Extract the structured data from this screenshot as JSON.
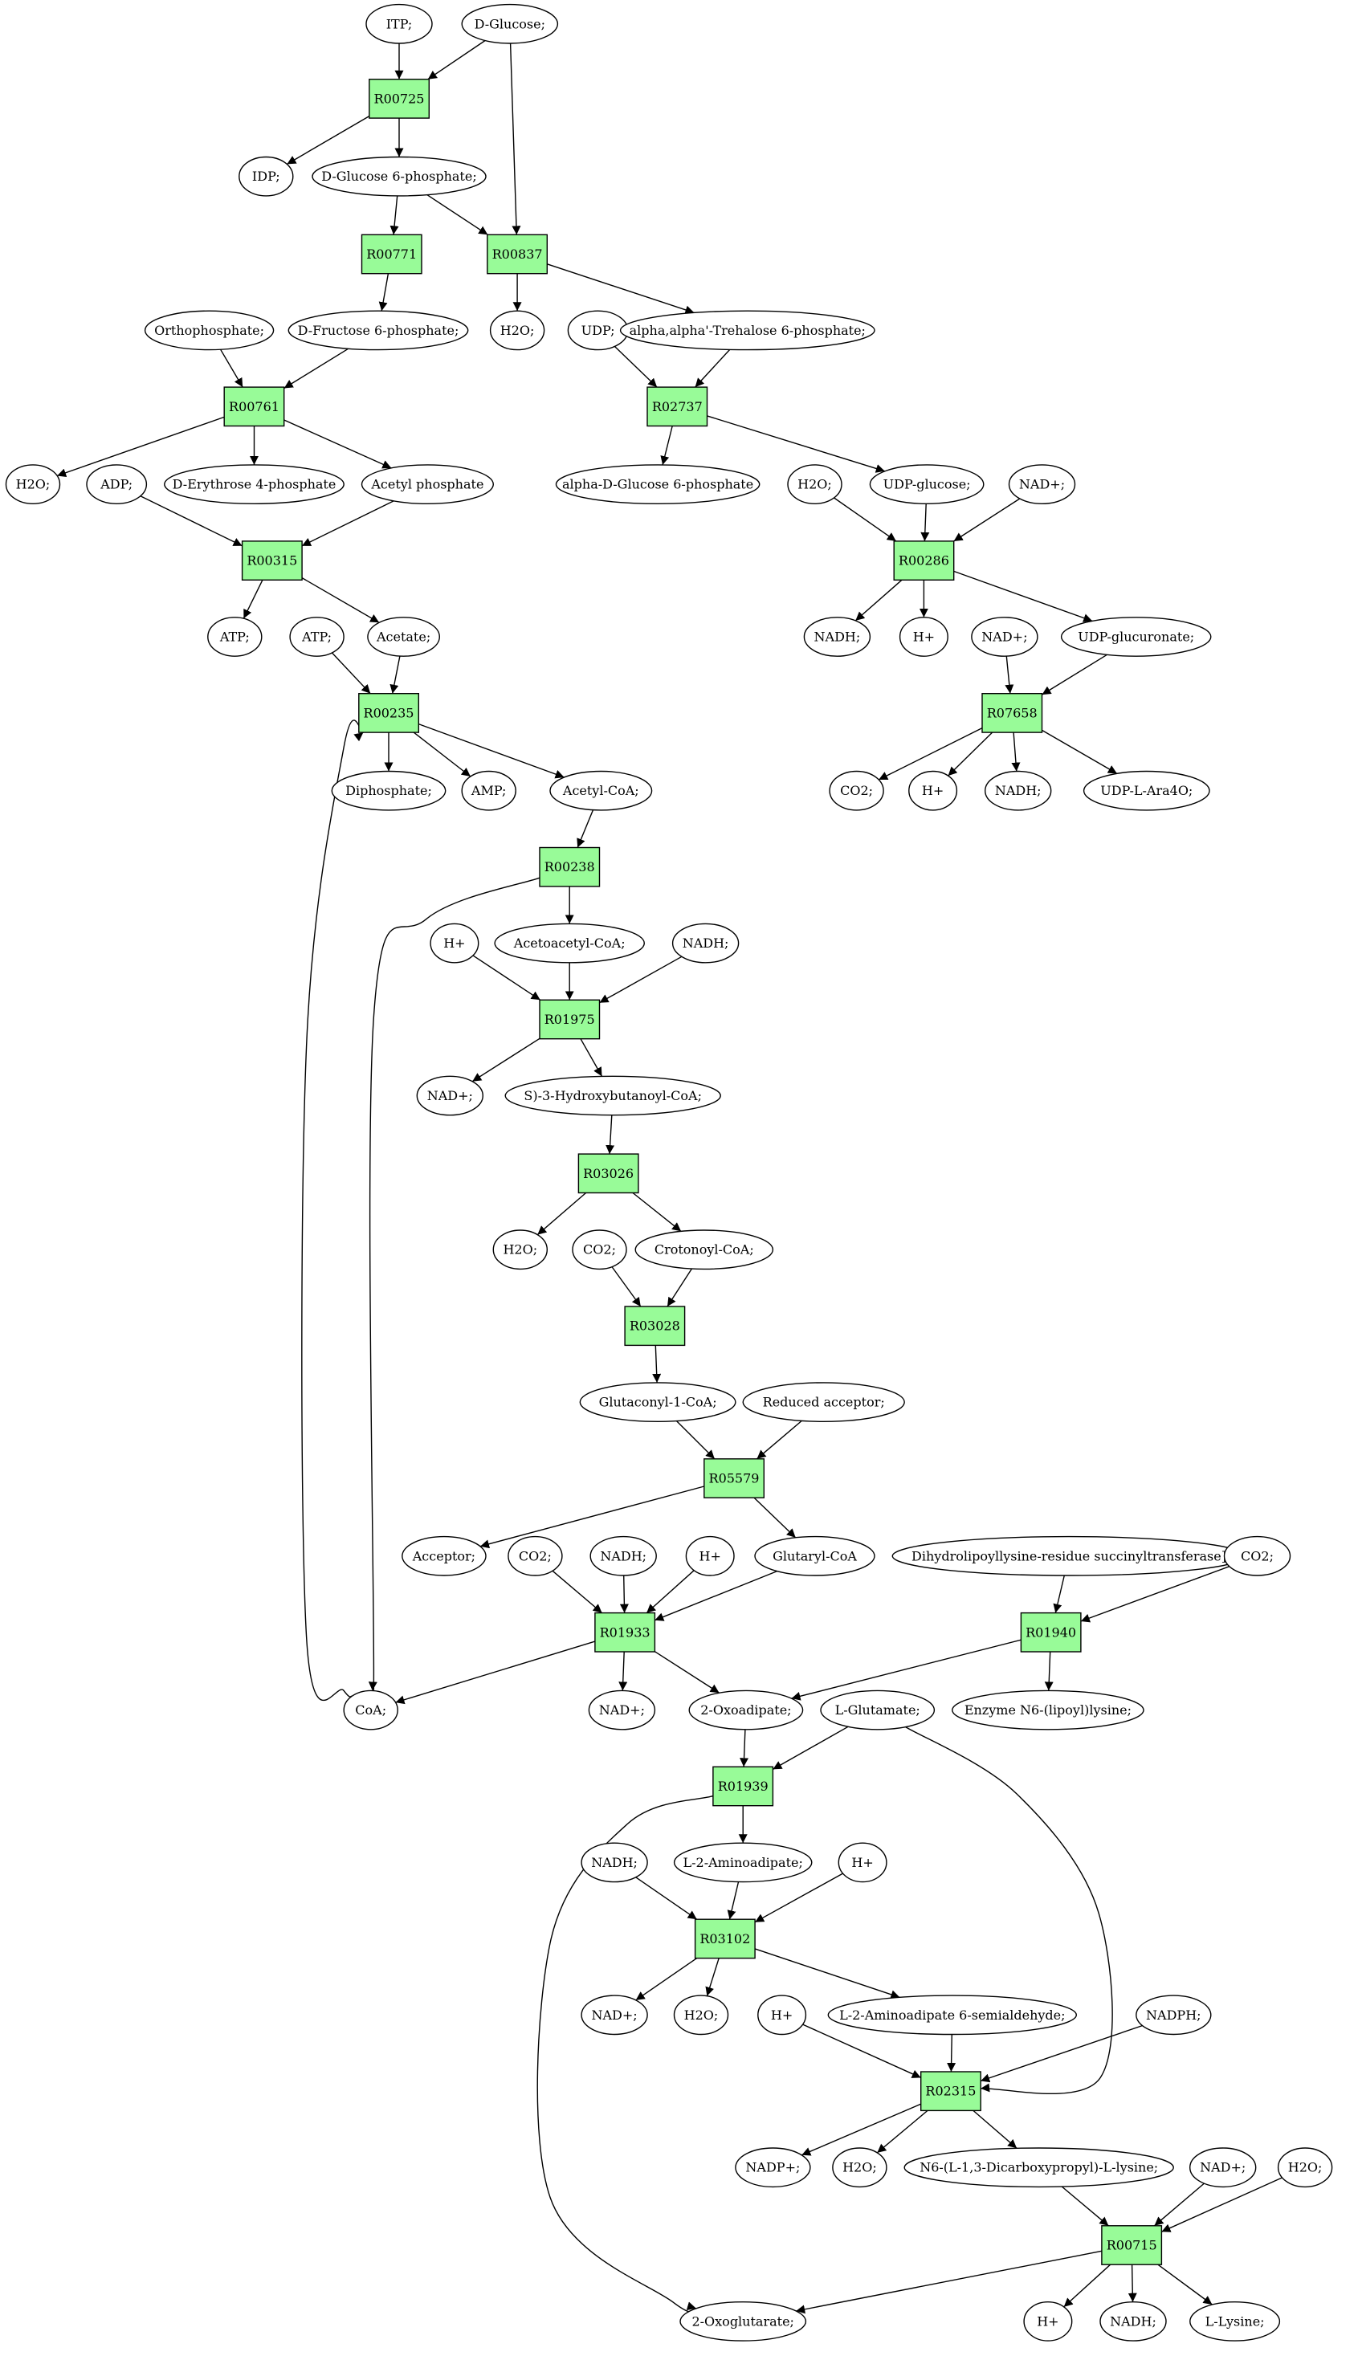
{
  "nodes": [
    {
      "id": "ITP",
      "label": "ITP;",
      "kind": "met",
      "color": "#ffffff"
    },
    {
      "id": "DGlc",
      "label": "D-Glucose;",
      "kind": "met",
      "color": "#00ee00"
    },
    {
      "id": "R00725",
      "label": "R00725",
      "kind": "rxn"
    },
    {
      "id": "IDP",
      "label": "IDP;",
      "kind": "met"
    },
    {
      "id": "G6P",
      "label": "D-Glucose 6-phosphate;",
      "kind": "met"
    },
    {
      "id": "R00771",
      "label": "R00771",
      "kind": "rxn"
    },
    {
      "id": "R00837",
      "label": "R00837",
      "kind": "rxn"
    },
    {
      "id": "F6P",
      "label": "D-Fructose 6-phosphate;",
      "kind": "met"
    },
    {
      "id": "Pi",
      "label": "Orthophosphate;",
      "kind": "met"
    },
    {
      "id": "H2O_a",
      "label": "H2O;",
      "kind": "met"
    },
    {
      "id": "UDP_a",
      "label": "UDP;",
      "kind": "met"
    },
    {
      "id": "T6P",
      "label": "alpha,alpha'-Trehalose 6-phosphate;",
      "kind": "met"
    },
    {
      "id": "R00761",
      "label": "R00761",
      "kind": "rxn"
    },
    {
      "id": "R02737",
      "label": "R02737",
      "kind": "rxn"
    },
    {
      "id": "H2O_b",
      "label": "H2O;",
      "kind": "met"
    },
    {
      "id": "ADP",
      "label": "ADP;",
      "kind": "met"
    },
    {
      "id": "E4P",
      "label": "D-Erythrose 4-phosphate",
      "kind": "met"
    },
    {
      "id": "AcP",
      "label": "Acetyl phosphate",
      "kind": "met"
    },
    {
      "id": "aG6P",
      "label": "alpha-D-Glucose 6-phosphate",
      "kind": "met"
    },
    {
      "id": "H2O_c",
      "label": "H2O;",
      "kind": "met"
    },
    {
      "id": "UDPG",
      "label": "UDP-glucose;",
      "kind": "met"
    },
    {
      "id": "NADp_a",
      "label": "NAD+;",
      "kind": "met"
    },
    {
      "id": "R00315",
      "label": "R00315",
      "kind": "rxn"
    },
    {
      "id": "R00286",
      "label": "R00286",
      "kind": "rxn"
    },
    {
      "id": "ATP_a",
      "label": "ATP;",
      "kind": "met"
    },
    {
      "id": "ATP_b",
      "label": "ATP;",
      "kind": "met"
    },
    {
      "id": "Acetate",
      "label": "Acetate;",
      "kind": "met"
    },
    {
      "id": "NADH_a",
      "label": "NADH;",
      "kind": "met"
    },
    {
      "id": "Hp_a",
      "label": "H+",
      "kind": "met"
    },
    {
      "id": "NADp_b",
      "label": "NAD+;",
      "kind": "met"
    },
    {
      "id": "UDPGA",
      "label": "UDP-glucuronate;",
      "kind": "met"
    },
    {
      "id": "R00235",
      "label": "R00235",
      "kind": "rxn"
    },
    {
      "id": "R07658",
      "label": "R07658",
      "kind": "rxn"
    },
    {
      "id": "PPi",
      "label": "Diphosphate;",
      "kind": "met"
    },
    {
      "id": "AMP",
      "label": "AMP;",
      "kind": "met"
    },
    {
      "id": "AcCoA",
      "label": "Acetyl-CoA;",
      "kind": "met"
    },
    {
      "id": "CO2_a",
      "label": "CO2;",
      "kind": "met"
    },
    {
      "id": "Hp_b",
      "label": "H+",
      "kind": "met"
    },
    {
      "id": "NADH_b",
      "label": "NADH;",
      "kind": "met"
    },
    {
      "id": "UDPAra",
      "label": "UDP-L-Ara4O;",
      "kind": "met"
    },
    {
      "id": "R00238",
      "label": "R00238",
      "kind": "rxn"
    },
    {
      "id": "Hp_c",
      "label": "H+",
      "kind": "met"
    },
    {
      "id": "AcAcCoA",
      "label": "Acetoacetyl-CoA;",
      "kind": "met"
    },
    {
      "id": "NADH_c",
      "label": "NADH;",
      "kind": "met"
    },
    {
      "id": "R01975",
      "label": "R01975",
      "kind": "rxn"
    },
    {
      "id": "NADp_c",
      "label": "NAD+;",
      "kind": "met"
    },
    {
      "id": "HBCoA",
      "label": "S)-3-Hydroxybutanoyl-CoA;",
      "kind": "met"
    },
    {
      "id": "R03026",
      "label": "R03026",
      "kind": "rxn"
    },
    {
      "id": "H2O_d",
      "label": "H2O;",
      "kind": "met"
    },
    {
      "id": "CO2_b",
      "label": "CO2;",
      "kind": "met"
    },
    {
      "id": "CrCoA",
      "label": "Crotonoyl-CoA;",
      "kind": "met"
    },
    {
      "id": "R03028",
      "label": "R03028",
      "kind": "rxn"
    },
    {
      "id": "GlCoA",
      "label": "Glutaconyl-1-CoA;",
      "kind": "met"
    },
    {
      "id": "RedAcc",
      "label": "Reduced acceptor;",
      "kind": "met"
    },
    {
      "id": "R05579",
      "label": "R05579",
      "kind": "rxn"
    },
    {
      "id": "Acc",
      "label": "Acceptor;",
      "kind": "met"
    },
    {
      "id": "CO2_c",
      "label": "CO2;",
      "kind": "met"
    },
    {
      "id": "NADH_d",
      "label": "NADH;",
      "kind": "met"
    },
    {
      "id": "Hp_d",
      "label": "H+",
      "kind": "met"
    },
    {
      "id": "GtCoA",
      "label": "Glutaryl-CoA",
      "kind": "met"
    },
    {
      "id": "DHLST",
      "label": "Dihydrolipoyllysine-residue succinyltransferase]",
      "kind": "met"
    },
    {
      "id": "CO2_d",
      "label": "CO2;",
      "kind": "met"
    },
    {
      "id": "R01933",
      "label": "R01933",
      "kind": "rxn"
    },
    {
      "id": "R01940",
      "label": "R01940",
      "kind": "rxn"
    },
    {
      "id": "CoA",
      "label": "CoA;",
      "kind": "met"
    },
    {
      "id": "NADp_d",
      "label": "NAD+;",
      "kind": "met"
    },
    {
      "id": "OxoAd",
      "label": "2-Oxoadipate;",
      "kind": "met"
    },
    {
      "id": "LGlu",
      "label": "L-Glutamate;",
      "kind": "met"
    },
    {
      "id": "Lipo",
      "label": "Enzyme N6-(lipoyl)lysine;",
      "kind": "met"
    },
    {
      "id": "R01939",
      "label": "R01939",
      "kind": "rxn"
    },
    {
      "id": "NADH_e",
      "label": "NADH;",
      "kind": "met"
    },
    {
      "id": "L2AA",
      "label": "L-2-Aminoadipate;",
      "kind": "met"
    },
    {
      "id": "Hp_e",
      "label": "H+",
      "kind": "met"
    },
    {
      "id": "R03102",
      "label": "R03102",
      "kind": "rxn"
    },
    {
      "id": "NADp_e",
      "label": "NAD+;",
      "kind": "met"
    },
    {
      "id": "H2O_e",
      "label": "H2O;",
      "kind": "met"
    },
    {
      "id": "Hp_f",
      "label": "H+",
      "kind": "met"
    },
    {
      "id": "L2AAS",
      "label": "L-2-Aminoadipate 6-semialdehyde;",
      "kind": "met"
    },
    {
      "id": "NADPH",
      "label": "NADPH;",
      "kind": "met"
    },
    {
      "id": "R02315",
      "label": "R02315",
      "kind": "rxn"
    },
    {
      "id": "NADPp",
      "label": "NADP+;",
      "kind": "met"
    },
    {
      "id": "H2O_f",
      "label": "H2O;",
      "kind": "met"
    },
    {
      "id": "Sacch",
      "label": "N6-(L-1,3-Dicarboxypropyl)-L-lysine;",
      "kind": "met"
    },
    {
      "id": "NADp_f",
      "label": "NAD+;",
      "kind": "met"
    },
    {
      "id": "H2O_g",
      "label": "H2O;",
      "kind": "met"
    },
    {
      "id": "R00715",
      "label": "R00715",
      "kind": "rxn"
    },
    {
      "id": "OxoGl",
      "label": "2-Oxoglutarate;",
      "kind": "met"
    },
    {
      "id": "Hp_g",
      "label": "H+",
      "kind": "met"
    },
    {
      "id": "NADH_f",
      "label": "NADH;",
      "kind": "met"
    },
    {
      "id": "LLys",
      "label": "L-Lysine;",
      "kind": "met",
      "color": "#ffff00"
    }
  ],
  "edges": [
    [
      "ITP",
      "R00725"
    ],
    [
      "DGlc",
      "R00725"
    ],
    [
      "DGlc",
      "R00837"
    ],
    [
      "R00725",
      "IDP"
    ],
    [
      "R00725",
      "G6P"
    ],
    [
      "G6P",
      "R00771"
    ],
    [
      "G6P",
      "R00837"
    ],
    [
      "R00771",
      "F6P"
    ],
    [
      "R00837",
      "H2O_a"
    ],
    [
      "R00837",
      "T6P"
    ],
    [
      "Pi",
      "R00761"
    ],
    [
      "F6P",
      "R00761"
    ],
    [
      "UDP_a",
      "R02737"
    ],
    [
      "T6P",
      "R02737"
    ],
    [
      "R00761",
      "H2O_b"
    ],
    [
      "R00761",
      "E4P"
    ],
    [
      "R00761",
      "AcP"
    ],
    [
      "R02737",
      "aG6P"
    ],
    [
      "R02737",
      "UDPG"
    ],
    [
      "ADP",
      "R00315"
    ],
    [
      "AcP",
      "R00315"
    ],
    [
      "H2O_c",
      "R00286"
    ],
    [
      "UDPG",
      "R00286"
    ],
    [
      "NADp_a",
      "R00286"
    ],
    [
      "R00315",
      "ATP_a"
    ],
    [
      "R00315",
      "Acetate"
    ],
    [
      "R00286",
      "NADH_a"
    ],
    [
      "R00286",
      "Hp_a"
    ],
    [
      "R00286",
      "UDPGA"
    ],
    [
      "ATP_b",
      "R00235"
    ],
    [
      "Acetate",
      "R00235"
    ],
    [
      "CoA",
      "R00235"
    ],
    [
      "NADp_b",
      "R07658"
    ],
    [
      "UDPGA",
      "R07658"
    ],
    [
      "R00235",
      "PPi"
    ],
    [
      "R00235",
      "AMP"
    ],
    [
      "R00235",
      "AcCoA"
    ],
    [
      "R07658",
      "CO2_a"
    ],
    [
      "R07658",
      "Hp_b"
    ],
    [
      "R07658",
      "NADH_b"
    ],
    [
      "R07658",
      "UDPAra"
    ],
    [
      "AcCoA",
      "R00238"
    ],
    [
      "R00238",
      "AcAcCoA"
    ],
    [
      "R00238",
      "CoA"
    ],
    [
      "Hp_c",
      "R01975"
    ],
    [
      "AcAcCoA",
      "R01975"
    ],
    [
      "NADH_c",
      "R01975"
    ],
    [
      "R01975",
      "NADp_c"
    ],
    [
      "R01975",
      "HBCoA"
    ],
    [
      "HBCoA",
      "R03026"
    ],
    [
      "R03026",
      "H2O_d"
    ],
    [
      "R03026",
      "CrCoA"
    ],
    [
      "CO2_b",
      "R03028"
    ],
    [
      "CrCoA",
      "R03028"
    ],
    [
      "R03028",
      "GlCoA"
    ],
    [
      "GlCoA",
      "R05579"
    ],
    [
      "RedAcc",
      "R05579"
    ],
    [
      "R05579",
      "Acc"
    ],
    [
      "R05579",
      "GtCoA"
    ],
    [
      "CO2_c",
      "R01933"
    ],
    [
      "NADH_d",
      "R01933"
    ],
    [
      "Hp_d",
      "R01933"
    ],
    [
      "GtCoA",
      "R01933"
    ],
    [
      "DHLST",
      "R01940"
    ],
    [
      "CO2_d",
      "R01940"
    ],
    [
      "R01933",
      "CoA"
    ],
    [
      "R01933",
      "NADp_d"
    ],
    [
      "R01933",
      "OxoAd"
    ],
    [
      "R01940",
      "OxoAd"
    ],
    [
      "R01940",
      "Lipo"
    ],
    [
      "OxoAd",
      "R01939"
    ],
    [
      "LGlu",
      "R01939"
    ],
    [
      "R01939",
      "L2AA"
    ],
    [
      "R01939",
      "OxoGl"
    ],
    [
      "NADH_e",
      "R03102"
    ],
    [
      "L2AA",
      "R03102"
    ],
    [
      "Hp_e",
      "R03102"
    ],
    [
      "R03102",
      "NADp_e"
    ],
    [
      "R03102",
      "H2O_e"
    ],
    [
      "R03102",
      "L2AAS"
    ],
    [
      "Hp_f",
      "R02315"
    ],
    [
      "L2AAS",
      "R02315"
    ],
    [
      "NADPH",
      "R02315"
    ],
    [
      "LGlu",
      "R02315"
    ],
    [
      "R02315",
      "NADPp"
    ],
    [
      "R02315",
      "H2O_f"
    ],
    [
      "R02315",
      "Sacch"
    ],
    [
      "Sacch",
      "R00715"
    ],
    [
      "NADp_f",
      "R00715"
    ],
    [
      "H2O_g",
      "R00715"
    ],
    [
      "R00715",
      "OxoGl"
    ],
    [
      "R00715",
      "Hp_g"
    ],
    [
      "R00715",
      "NADH_f"
    ],
    [
      "R00715",
      "LLys"
    ]
  ]
}
